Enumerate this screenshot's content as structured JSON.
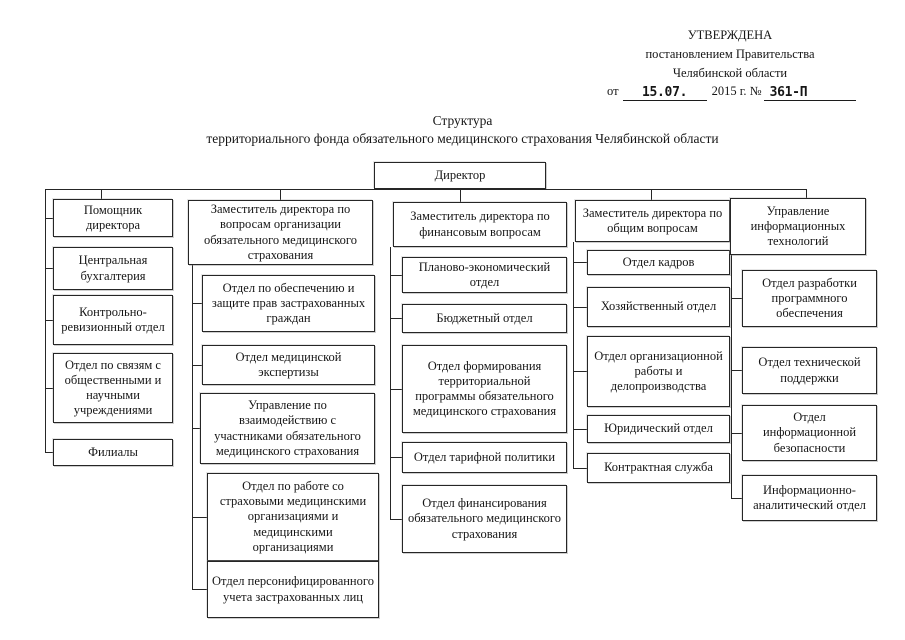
{
  "approval": {
    "stamp": "УТВЕРЖДЕНА",
    "line2": "постановлением Правительства",
    "line3": "Челябинской области",
    "from_label": "от",
    "date_value": "15.07.",
    "year_label": "2015 г. №",
    "number_value": "361-П"
  },
  "title": {
    "line1": "Структура",
    "line2": "территориального фонда обязательного медицинского страхования Челябинской области"
  },
  "org": {
    "root": "Директор",
    "columns": [
      {
        "nodes": [
          "Помощник директора",
          "Центральная бухгалтерия",
          "Контрольно-ревизионный отдел",
          "Отдел по связям с общественными и научными учреждениями",
          "Филиалы"
        ]
      },
      {
        "nodes": [
          "Заместитель директора по вопросам организации обязательного медицинского страхования",
          "Отдел по обеспечению и защите прав застрахованных граждан",
          "Отдел медицинской экспертизы",
          "Управление по взаимодействию с участниками обязательного медицинского страхования",
          "Отдел по работе со страховыми медицинскими организациями и медицинскими организациями",
          "Отдел персонифицированного учета застрахованных лиц"
        ]
      },
      {
        "nodes": [
          "Заместитель директора по финансовым вопросам",
          "Планово-экономический отдел",
          "Бюджетный отдел",
          "Отдел формирования территориальной программы обязательного медицинского страхования",
          "Отдел тарифной политики",
          "Отдел финансирования обязательного медицинского страхования"
        ]
      },
      {
        "nodes": [
          "Заместитель директора по общим вопросам",
          "Отдел кадров",
          "Хозяйственный отдел",
          "Отдел организационной работы и делопроизводства",
          "Юридический отдел",
          "Контрактная служба"
        ]
      },
      {
        "nodes": [
          "Управление информационных технологий",
          "Отдел разработки программного обеспечения",
          "Отдел технической поддержки",
          "Отдел информационной безопасности",
          "Информационно-аналитический отдел"
        ]
      }
    ]
  }
}
